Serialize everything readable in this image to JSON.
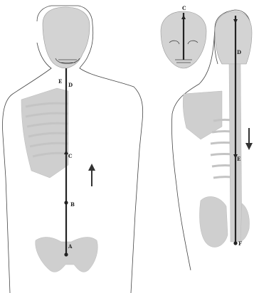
{
  "front_figure": {
    "points": [
      {
        "label": "D"
      },
      {
        "label": "E"
      },
      {
        "label": "C"
      },
      {
        "label": "B"
      },
      {
        "label": "A"
      }
    ],
    "arrow": "up-arrow"
  },
  "back_figure": {
    "skull_point": {
      "label": "C"
    },
    "points": [
      {
        "label": "D"
      },
      {
        "label": "E"
      },
      {
        "label": "F"
      }
    ],
    "arrow": "down-arrow"
  }
}
